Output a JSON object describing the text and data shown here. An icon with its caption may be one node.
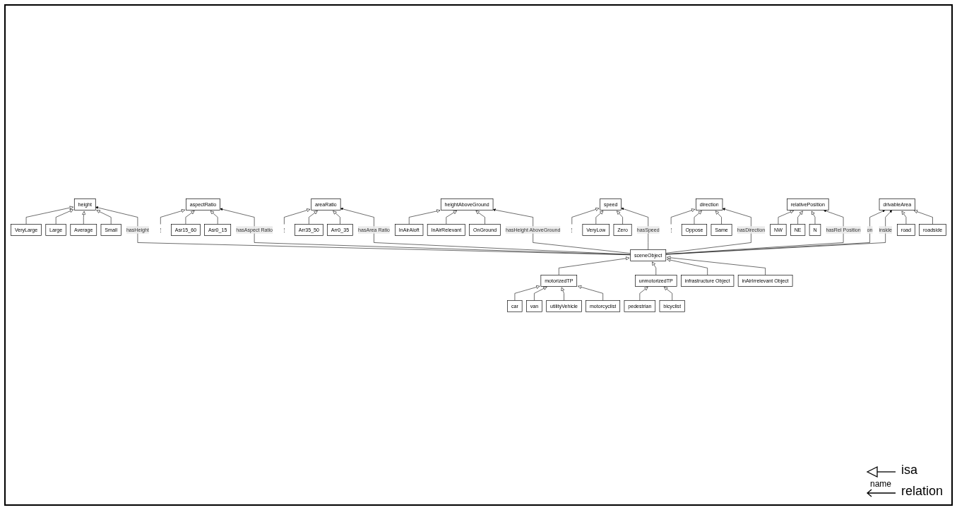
{
  "diagram": {
    "nodes": [
      {
        "text": [
          "VeryLarge"
        ]
      },
      {
        "text": [
          "Large"
        ]
      },
      {
        "text": [
          "Average"
        ]
      },
      {
        "text": [
          "Small"
        ]
      },
      {
        "text": [
          "height"
        ]
      },
      {
        "text": [
          "⋮"
        ]
      },
      {
        "text": [
          "Asr15_60"
        ]
      },
      {
        "text": [
          "Asr0_15"
        ]
      },
      {
        "text": [
          "aspectRatio"
        ]
      },
      {
        "text": [
          "⋮"
        ]
      },
      {
        "text": [
          "Arr35_50"
        ]
      },
      {
        "text": [
          "Arr0_35"
        ]
      },
      {
        "text": [
          "areaRatio"
        ]
      },
      {
        "text": [
          "InAirAloft"
        ]
      },
      {
        "text": [
          "InAirRelevant"
        ]
      },
      {
        "text": [
          "OnGround"
        ]
      },
      {
        "text": [
          "heightAboveGround"
        ]
      },
      {
        "text": [
          "⋮"
        ]
      },
      {
        "text": [
          "VeryLow"
        ]
      },
      {
        "text": [
          "Zero"
        ]
      },
      {
        "text": [
          "speed"
        ]
      },
      {
        "text": [
          "⋮"
        ]
      },
      {
        "text": [
          "Oppose"
        ]
      },
      {
        "text": [
          "Same"
        ]
      },
      {
        "text": [
          "direction"
        ]
      },
      {
        "text": [
          "NW"
        ]
      },
      {
        "text": [
          "NE"
        ]
      },
      {
        "text": [
          "N"
        ]
      },
      {
        "text": [
          "relativePosition"
        ]
      },
      {
        "text": [
          "sceneObject"
        ]
      },
      {
        "text": [
          "drivableArea"
        ]
      },
      {
        "text": [
          "motorizedTP"
        ]
      },
      {
        "text": [
          "unmotorizedTP"
        ]
      },
      {
        "text": [
          "infrastructure Object"
        ]
      },
      {
        "text": [
          "inAirIrrelevant Object"
        ]
      },
      {
        "text": [
          "road"
        ]
      },
      {
        "text": [
          "roadside"
        ]
      },
      {
        "text": [
          "car"
        ]
      },
      {
        "text": [
          "van"
        ]
      },
      {
        "text": [
          "utilityVehicle"
        ]
      },
      {
        "text": [
          "motorcyclist"
        ]
      },
      {
        "text": [
          "pedestrian"
        ]
      },
      {
        "text": [
          "bicyclist"
        ]
      }
    ],
    "edges": [
      {
        "from": 0,
        "to": 4,
        "arrow": "to"
      },
      {
        "from": 1,
        "to": 4,
        "arrow": "to"
      },
      {
        "from": 2,
        "to": 4,
        "arrow": "to"
      },
      {
        "from": 3,
        "to": 4,
        "arrow": "to"
      },
      {
        "from": 5,
        "to": 8,
        "arrow": "to"
      },
      {
        "from": 6,
        "to": 8,
        "arrow": "to"
      },
      {
        "from": 7,
        "to": 8,
        "arrow": "to"
      },
      {
        "from": 9,
        "to": 12,
        "arrow": "to"
      },
      {
        "from": 10,
        "to": 12,
        "arrow": "to"
      },
      {
        "from": 11,
        "to": 12,
        "arrow": "to"
      },
      {
        "from": 13,
        "to": 16,
        "arrow": "to"
      },
      {
        "from": 14,
        "to": 16,
        "arrow": "to"
      },
      {
        "from": 15,
        "to": 16,
        "arrow": "to"
      },
      {
        "from": 17,
        "to": 20,
        "arrow": "to"
      },
      {
        "from": 18,
        "to": 20,
        "arrow": "to"
      },
      {
        "from": 19,
        "to": 20,
        "arrow": "to"
      },
      {
        "from": 21,
        "to": 24,
        "arrow": "to"
      },
      {
        "from": 22,
        "to": 24,
        "arrow": "to"
      },
      {
        "from": 23,
        "to": 24,
        "arrow": "to"
      },
      {
        "from": 25,
        "to": 28,
        "arrow": "to"
      },
      {
        "from": 26,
        "to": 28,
        "arrow": "to"
      },
      {
        "from": 27,
        "to": 28,
        "arrow": "to"
      },
      {
        "from": 29,
        "to": 4,
        "arrow": "to",
        "label": "hasHeight"
      },
      {
        "from": 29,
        "to": 8,
        "arrow": "to",
        "label": "hasAspect Ratio"
      },
      {
        "from": 29,
        "to": 12,
        "arrow": "to",
        "label": "hasArea Ratio"
      },
      {
        "from": 29,
        "to": 16,
        "arrow": "to",
        "label": "hasHeight AboveGround"
      },
      {
        "from": 29,
        "to": 20,
        "arrow": "to",
        "label": "hasSpeed"
      },
      {
        "from": 29,
        "to": 24,
        "arrow": "to",
        "label": "hasDirection"
      },
      {
        "from": 29,
        "to": 28,
        "arrow": "to",
        "label": "hasRel Position"
      },
      {
        "from": 29,
        "to": 30,
        "arrow": "to",
        "label": "on"
      },
      {
        "from": 29,
        "to": 30,
        "arrow": "to",
        "label": "inside"
      },
      {
        "from": 31,
        "to": 29,
        "arrow": "to"
      },
      {
        "from": 32,
        "to": 29,
        "arrow": "to"
      },
      {
        "from": 33,
        "to": 29,
        "arrow": "to"
      },
      {
        "from": 34,
        "to": 29,
        "arrow": "to"
      },
      {
        "from": 35,
        "to": 30,
        "arrow": "to"
      },
      {
        "from": 36,
        "to": 30,
        "arrow": "to"
      },
      {
        "from": 37,
        "to": 31,
        "arrow": "to"
      },
      {
        "from": 38,
        "to": 31,
        "arrow": "to"
      },
      {
        "from": 39,
        "to": 31,
        "arrow": "to"
      },
      {
        "from": 40,
        "to": 31,
        "arrow": "to"
      },
      {
        "from": 41,
        "to": 32,
        "arrow": "to"
      },
      {
        "from": 42,
        "to": 32,
        "arrow": "to"
      }
    ],
    "labels": [
      "name"
    ],
    "legend": [
      {
        "text": "isa"
      },
      {
        "text": "relation"
      }
    ]
  }
}
